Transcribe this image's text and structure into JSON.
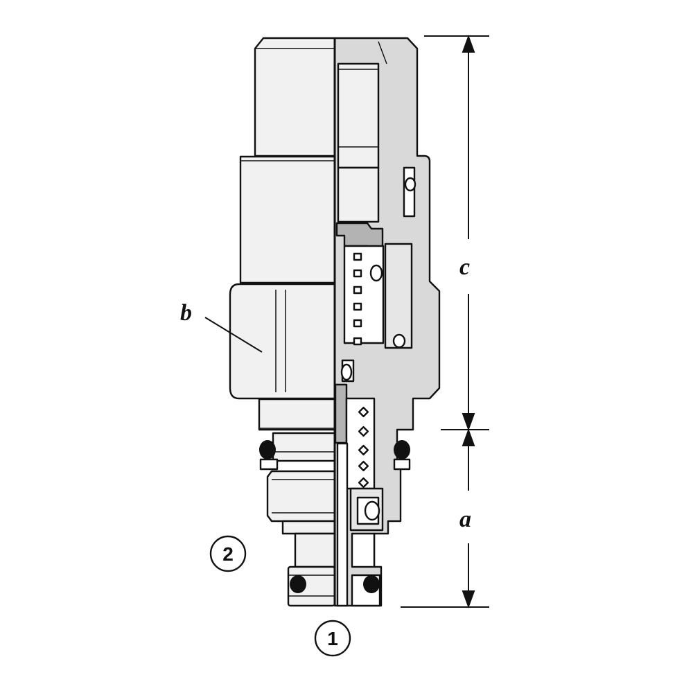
{
  "diagram": {
    "dimensions": {
      "a": "a",
      "b": "b",
      "c": "c"
    },
    "ports": {
      "port_1": "1",
      "port_2": "2"
    },
    "colors": {
      "outline": "#111111",
      "body_fill": "#f1f1f1",
      "section_fill": "#d9d9d9",
      "dark_part": "#b3b3b3",
      "seal": "#111111"
    }
  }
}
